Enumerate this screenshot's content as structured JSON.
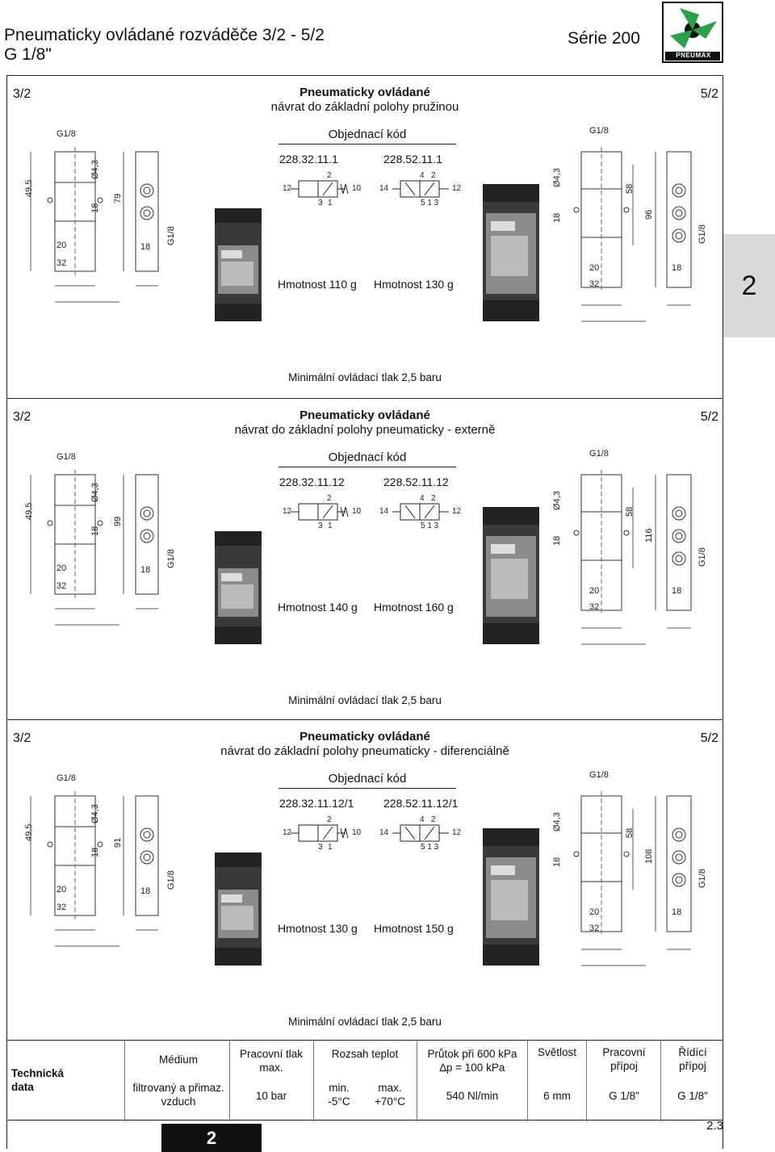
{
  "header": {
    "title_line1": "Pneumaticky ovládané rozváděče 3/2 - 5/2",
    "title_line2": "G 1/8\"",
    "series": "Série 200",
    "logo_text": "PNEUMAX",
    "side_tab": "2"
  },
  "sections": [
    {
      "left": "3/2",
      "right": "5/2",
      "title1": "Pneumaticky ovládané",
      "title2": "návrat do základní polohy pružinou",
      "order_label": "Objednací kód",
      "code_a": "228.32.11.1",
      "code_b": "228.52.11.1",
      "weight_a": "Hmotnost 110 g",
      "weight_b": "Hmotnost 130 g",
      "min_pressure": "Minimální ovládací tlak 2,5 baru",
      "left_dims": {
        "g18_top": "G1/8",
        "d495": "49,5",
        "d43": "Ø4,3",
        "d18": "18",
        "height": "79",
        "g18_side": "G1/8",
        "w20": "20",
        "w18": "18",
        "w32": "32"
      },
      "right_dims": {
        "g18_top": "G1/8",
        "d43": "Ø4,3",
        "d58": "58",
        "d18": "18",
        "height": "96",
        "g18_side": "G1/8",
        "w20": "20",
        "w18": "18",
        "w32": "32"
      },
      "sym_a": {
        "p1": "12",
        "p2": "2",
        "p3": "10",
        "p4": "3",
        "p5": "1"
      },
      "sym_b": {
        "p1": "14",
        "p2": "4",
        "p3": "2",
        "p4": "12",
        "p5": "5 1 3"
      }
    },
    {
      "left": "3/2",
      "right": "5/2",
      "title1": "Pneumaticky ovládané",
      "title2": "návrat do základní polohy pneumaticky - externě",
      "order_label": "Objednací kód",
      "code_a": "228.32.11.12",
      "code_b": "228.52.11.12",
      "weight_a": "Hmotnost 140 g",
      "weight_b": "Hmotnost 160 g",
      "min_pressure": "Minimální ovládací tlak 2,5 baru",
      "left_dims": {
        "g18_top": "G1/8",
        "d495": "49,5",
        "d43": "Ø4,3",
        "d18": "18",
        "height": "99",
        "g18_side": "G1/8",
        "w20": "20",
        "w18": "18",
        "w32": "32"
      },
      "right_dims": {
        "g18_top": "G1/8",
        "d43": "Ø4,3",
        "d58": "58",
        "d18": "18",
        "height": "116",
        "g18_side": "G1/8",
        "w20": "20",
        "w18": "18",
        "w32": "32"
      },
      "sym_a": {
        "p1": "12",
        "p2": "2",
        "p3": "10",
        "p4": "3",
        "p5": "1"
      },
      "sym_b": {
        "p1": "14",
        "p2": "4",
        "p3": "2",
        "p4": "12",
        "p5": "5 1 3"
      }
    },
    {
      "left": "3/2",
      "right": "5/2",
      "title1": "Pneumaticky ovládané",
      "title2": "návrat do základní polohy pneumaticky - diferenciálně",
      "order_label": "Objednací kód",
      "code_a": "228.32.11.12/1",
      "code_b": "228.52.11.12/1",
      "weight_a": "Hmotnost 130 g",
      "weight_b": "Hmotnost 150 g",
      "min_pressure": "Minimální ovládací tlak 2,5 baru",
      "left_dims": {
        "g18_top": "G1/8",
        "d495": "49,5",
        "d43": "Ø4,3",
        "d18": "18",
        "height": "91",
        "g18_side": "G1/8",
        "w20": "20",
        "w18": "18",
        "w32": "32"
      },
      "right_dims": {
        "g18_top": "G1/8",
        "d43": "Ø4,3",
        "d58": "58",
        "d18": "18",
        "height": "108",
        "g18_side": "G1/8",
        "w20": "20",
        "w18": "18",
        "w32": "32"
      },
      "sym_a": {
        "p1": "12",
        "p2": "2",
        "p3": "10",
        "p4": "3",
        "p5": "1"
      },
      "sym_b": {
        "p1": "14",
        "p2": "4",
        "p3": "2",
        "p4": "12",
        "p5": "5 1 3"
      }
    }
  ],
  "tech": {
    "label": "Technická data",
    "medium_h": "Médium",
    "medium_v": "filtrovaný a přimaz. vzduch",
    "pressure_h": "Pracovní tlak max.",
    "pressure_v": "10 bar",
    "temp_h": "Rozsah teplot",
    "temp_min": "min. -5°C",
    "temp_max": "max. +70°C",
    "flow_h1": "Průtok při 600 kPa",
    "flow_h2": "∆p = 100 kPa",
    "flow_v": "540 Nl/min",
    "bore_h": "Světlost",
    "bore_v": "6 mm",
    "port_h": "Pracovní přípoj",
    "port_v": "G 1/8\"",
    "pilot_h": "Řídící přípoj",
    "pilot_v": "G 1/8\""
  },
  "footer": {
    "chapter": "2",
    "page": "2.3"
  }
}
